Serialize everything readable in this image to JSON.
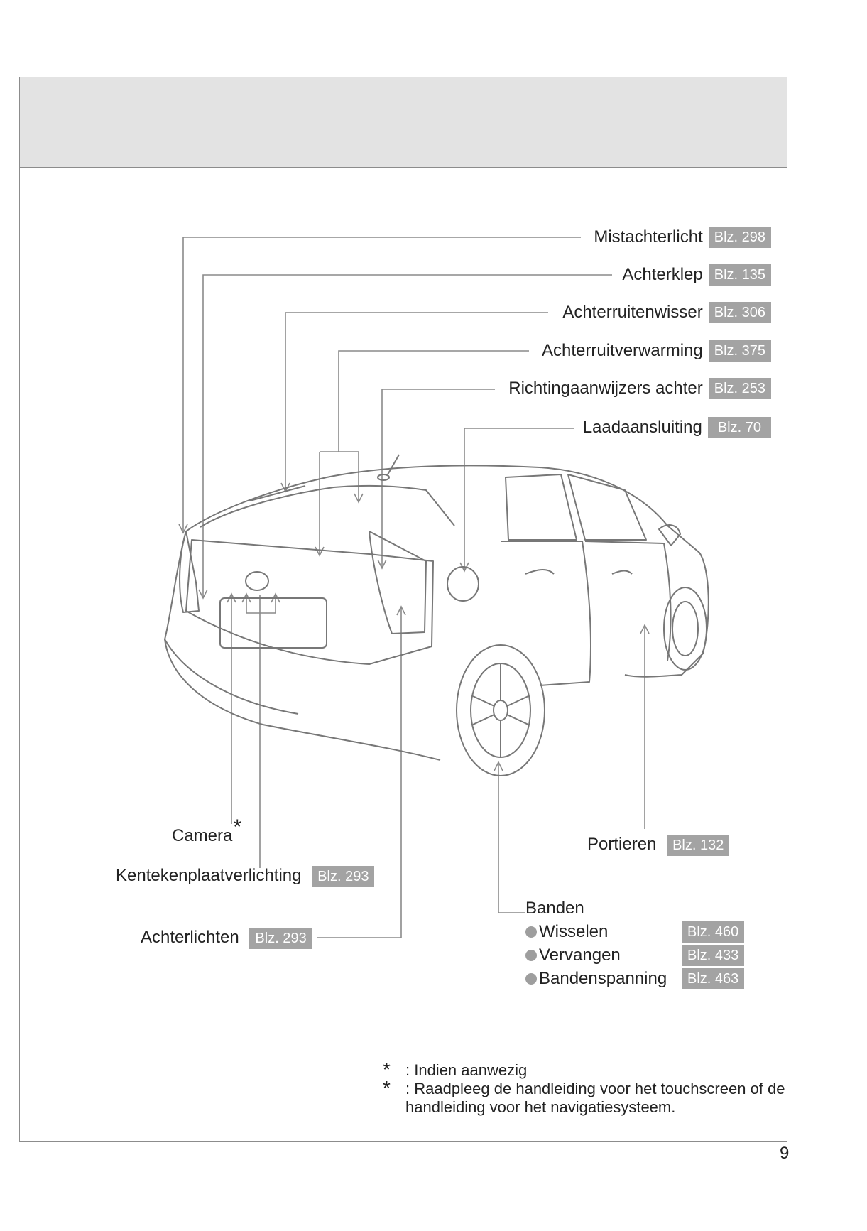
{
  "callouts": {
    "mistachterlicht": {
      "label": "Mistachterlicht",
      "page": "Blz. 298"
    },
    "achterklep": {
      "label": "Achterklep",
      "page": "Blz. 135"
    },
    "achterruitenwisser": {
      "label": "Achterruitenwisser",
      "page": "Blz. 306"
    },
    "achterruitverwarming": {
      "label": "Achterruitverwarming",
      "page": "Blz. 375"
    },
    "richtingaanwijzers": {
      "label": "Richtingaanwijzers achter",
      "page": "Blz. 253"
    },
    "laadaansluiting": {
      "label": "Laadaansluiting",
      "page": "Blz. 70"
    },
    "camera": {
      "label": "Camera",
      "mark": "*"
    },
    "kentekenplaat": {
      "label": "Kentekenplaatverlichting",
      "page": "Blz. 293"
    },
    "achterlichten": {
      "label": "Achterlichten",
      "page": "Blz. 293"
    },
    "portieren": {
      "label": "Portieren",
      "page": "Blz. 132"
    }
  },
  "banden": {
    "title": "Banden",
    "items": [
      {
        "label": "Wisselen",
        "page": "Blz. 460"
      },
      {
        "label": "Vervangen",
        "page": "Blz. 433"
      },
      {
        "label": "Bandenspanning",
        "page": "Blz. 463"
      }
    ]
  },
  "notes": [
    {
      "mark": "*",
      "text": ": Indien aanwezig"
    },
    {
      "mark": "*",
      "text": ": Raadpleeg de handleiding voor het touchscreen of de handleiding voor het navigatiesysteem."
    }
  ],
  "page_number": "9"
}
